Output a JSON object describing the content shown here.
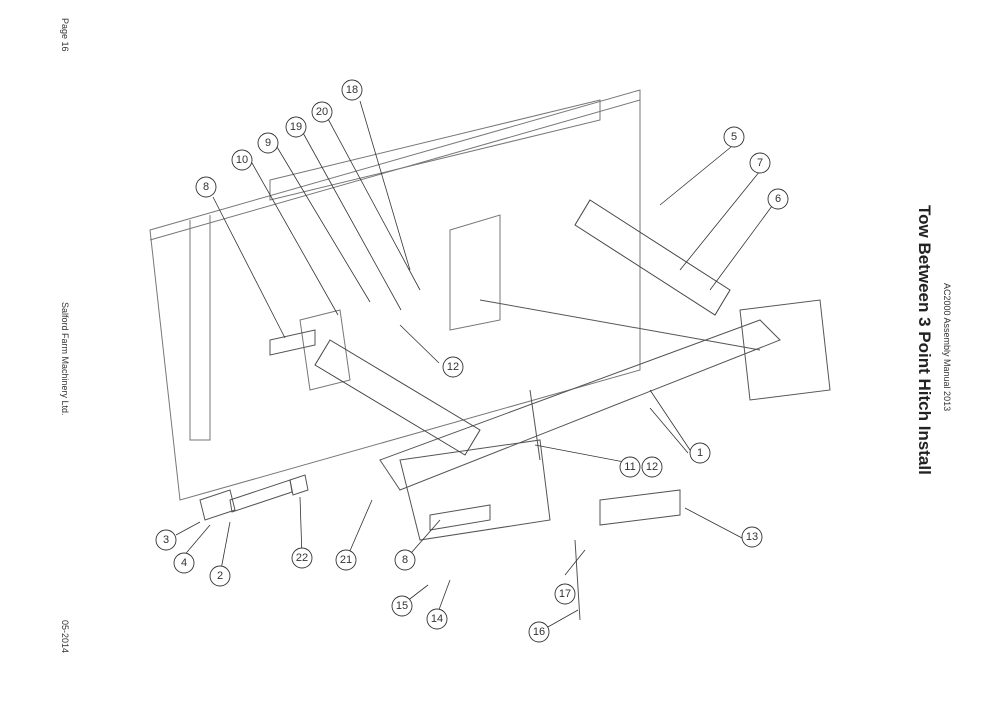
{
  "page": {
    "page_number": "Page 16",
    "company": "Salford Farm Machinery Ltd.",
    "date": "05-2014",
    "manual": "AC2000 Assembly Manual 2013",
    "title": "Tow Between 3 Point Hitch Install"
  },
  "drawing": {
    "callouts": [
      "1",
      "2",
      "3",
      "4",
      "5",
      "6",
      "7",
      "8",
      "8",
      "9",
      "10",
      "11",
      "12",
      "12",
      "13",
      "14",
      "15",
      "16",
      "17",
      "18",
      "19",
      "20",
      "21",
      "22"
    ]
  }
}
